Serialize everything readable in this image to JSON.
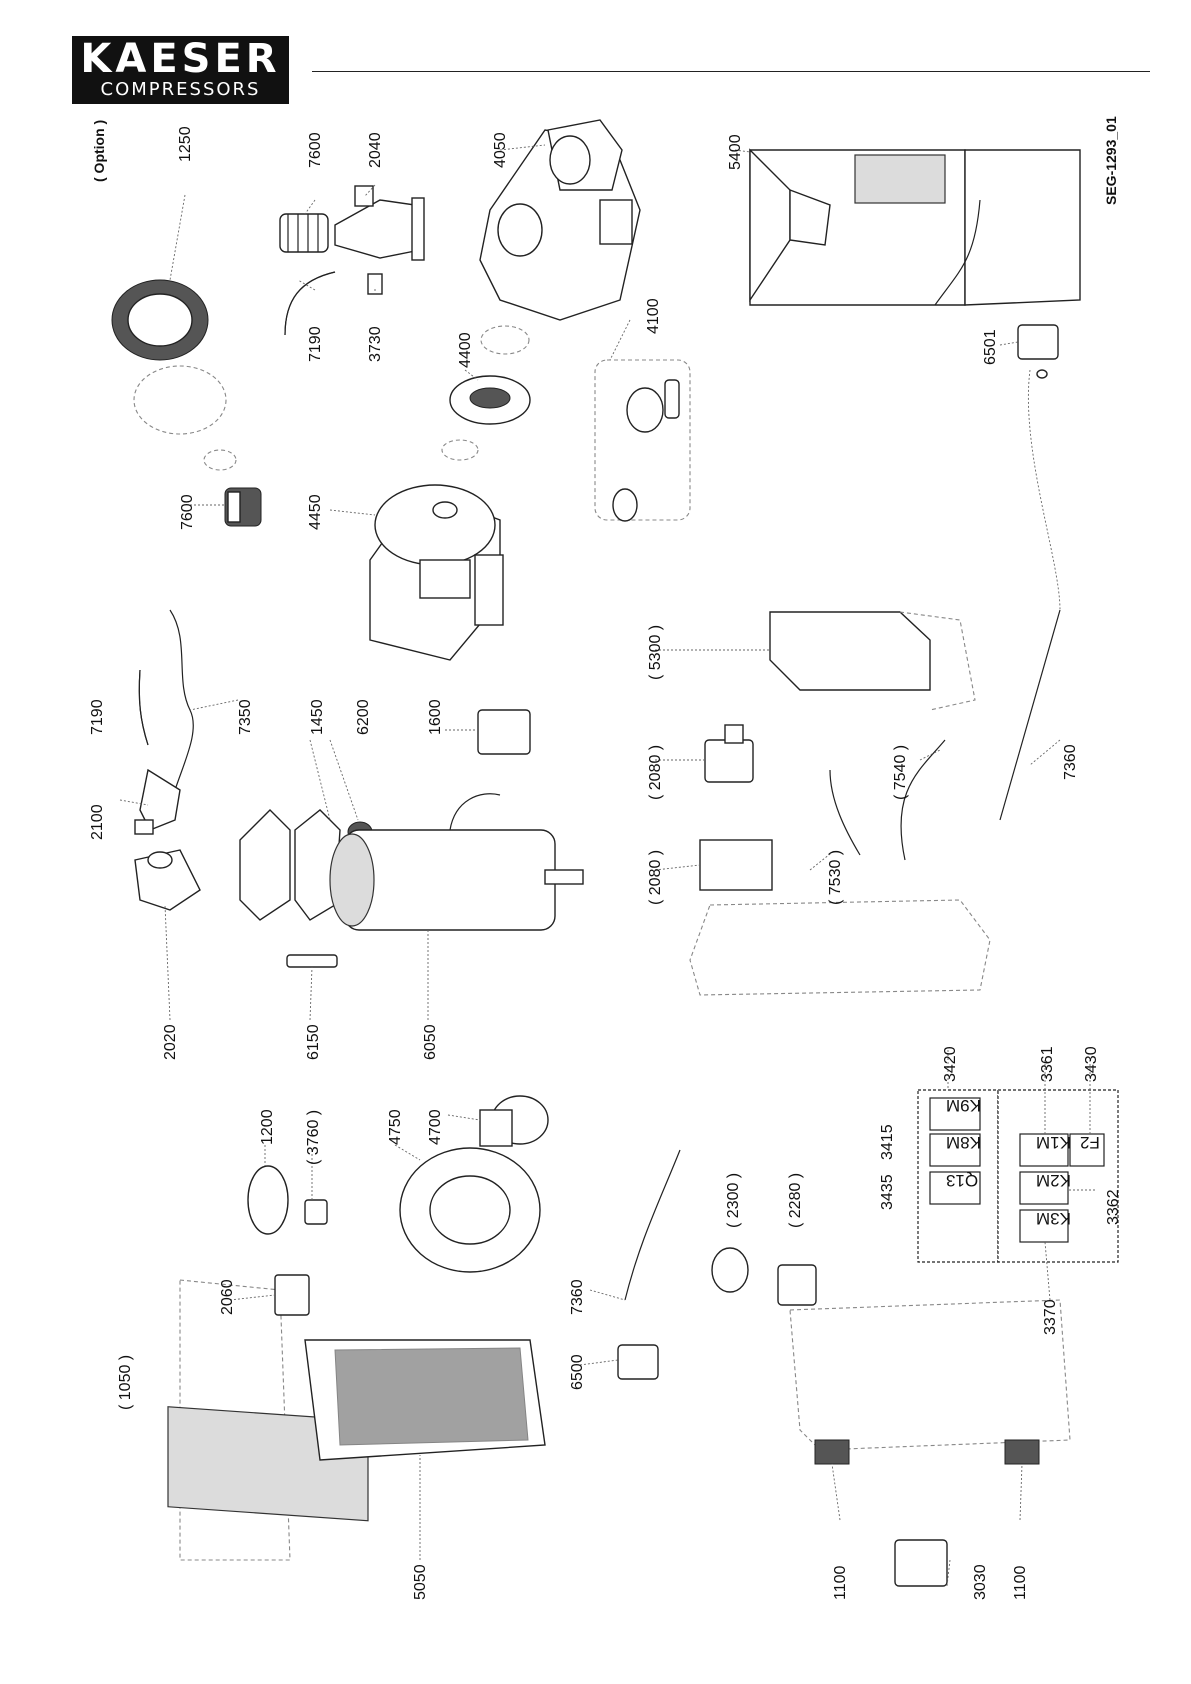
{
  "logo": {
    "line1": "KAESER",
    "line2": "COMPRESSORS"
  },
  "drawing_id": "SEG-1293_01",
  "option_label": "( Option )",
  "callouts": [
    {
      "id": "c1250",
      "text": "1250"
    },
    {
      "id": "c7600a",
      "text": "7600"
    },
    {
      "id": "c2040",
      "text": "2040"
    },
    {
      "id": "c4050",
      "text": "4050"
    },
    {
      "id": "c5400",
      "text": "5400"
    },
    {
      "id": "c7190a",
      "text": "7190"
    },
    {
      "id": "c3730",
      "text": "3730"
    },
    {
      "id": "c4400",
      "text": "4400"
    },
    {
      "id": "c4100",
      "text": "4100"
    },
    {
      "id": "c6501",
      "text": "6501"
    },
    {
      "id": "c7600b",
      "text": "7600"
    },
    {
      "id": "c4450",
      "text": "4450"
    },
    {
      "id": "c7190b",
      "text": "7190"
    },
    {
      "id": "c7350",
      "text": "7350"
    },
    {
      "id": "c1450",
      "text": "1450"
    },
    {
      "id": "c6200",
      "text": "6200"
    },
    {
      "id": "c1600",
      "text": "1600"
    },
    {
      "id": "c5300",
      "text": "( 5300 )"
    },
    {
      "id": "c2080a",
      "text": "( 2080 )"
    },
    {
      "id": "c7540",
      "text": "( 7540 )"
    },
    {
      "id": "c7360a",
      "text": "7360"
    },
    {
      "id": "c2100",
      "text": "2100"
    },
    {
      "id": "c2080b",
      "text": "( 2080 )"
    },
    {
      "id": "c7530",
      "text": "( 7530 )"
    },
    {
      "id": "c2020",
      "text": "2020"
    },
    {
      "id": "c6150",
      "text": "6150"
    },
    {
      "id": "c6050",
      "text": "6050"
    },
    {
      "id": "c3420",
      "text": "3420"
    },
    {
      "id": "c3361",
      "text": "3361"
    },
    {
      "id": "c3430",
      "text": "3430"
    },
    {
      "id": "c1200",
      "text": "1200"
    },
    {
      "id": "c3760",
      "text": "( 3760 )"
    },
    {
      "id": "c4750",
      "text": "4750"
    },
    {
      "id": "c4700",
      "text": "4700"
    },
    {
      "id": "c3415",
      "text": "3415"
    },
    {
      "id": "c3435",
      "text": "3435"
    },
    {
      "id": "c2300",
      "text": "( 2300 )"
    },
    {
      "id": "c2280",
      "text": "( 2280 )"
    },
    {
      "id": "c3362",
      "text": "3362"
    },
    {
      "id": "c2060",
      "text": "2060"
    },
    {
      "id": "c7360b",
      "text": "7360"
    },
    {
      "id": "c3370",
      "text": "3370"
    },
    {
      "id": "c1050",
      "text": "( 1050 )"
    },
    {
      "id": "c6500",
      "text": "6500"
    },
    {
      "id": "c5050",
      "text": "5050"
    },
    {
      "id": "c1100a",
      "text": "1100"
    },
    {
      "id": "c3030",
      "text": "3030"
    },
    {
      "id": "c1100b",
      "text": "1100"
    }
  ],
  "cabinet_labels": {
    "k9m": "K9M",
    "k8m": "K8M",
    "q13": "Q13",
    "k1m": "K1M",
    "f2": "F2",
    "k2m": "K2M",
    "k3m": "K3M"
  }
}
